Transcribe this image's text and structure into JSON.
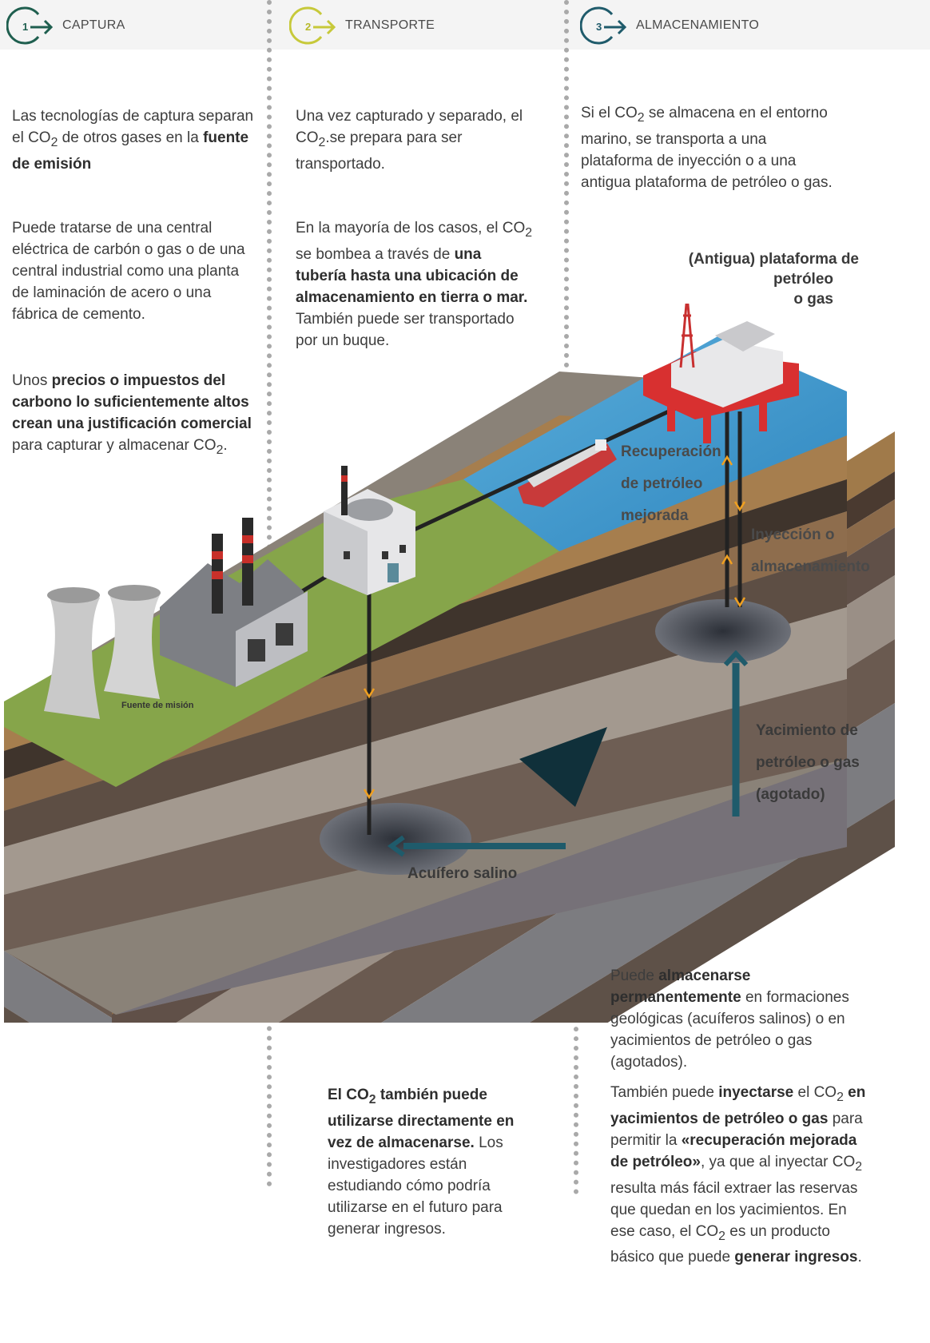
{
  "steps": [
    {
      "number": "1",
      "label": "CAPTURA",
      "color": "#1f5f4f"
    },
    {
      "number": "2",
      "label": "TRANSPORTE",
      "color": "#c7c93a"
    },
    {
      "number": "3",
      "label": "ALMACENAMIENTO",
      "color": "#1f5b6b"
    }
  ],
  "captura": {
    "p1_a": "Las tecnologías de captura separan el CO",
    "p1_sub": "2",
    "p1_b": " de otros gases en la ",
    "p1_bold": "fuente de emisión",
    "p2": "Puede tratarse de una central eléctrica de carbón o gas o de una central industrial como una planta de laminación de acero o una fábrica de cemento.",
    "p3_a": "Unos ",
    "p3_bold": "precios o impuestos del carbono lo suficientemente altos crean una justificación comercial",
    "p3_b": " para capturar y almacenar CO",
    "p3_sub": "2",
    "p3_c": "."
  },
  "transporte": {
    "p1_a": "Una vez capturado y separado, el CO",
    "p1_sub": "2",
    "p1_b": ".se prepara para ser transportado.",
    "p2_a": "En la mayoría de los casos, el CO",
    "p2_sub": "2",
    "p2_b": " se bombea a través de ",
    "p2_bold": "una tubería hasta una ubicación de almacenamiento en tierra o mar.",
    "p2_c": " También puede ser transportado por un buque."
  },
  "almacenamiento": {
    "p1_a": "Si el CO",
    "p1_sub": "2",
    "p1_b": " se almacena en el entorno marino, se transporta a una plataforma de inyección o a una antigua plataforma de petróleo o gas."
  },
  "labels": {
    "platform_1": "(Antigua) plataforma de",
    "platform_2": "petróleo",
    "platform_3": "o gas",
    "eor_1": "Recuperación",
    "eor_2": "de petróleo",
    "eor_3": "mejorada",
    "inj_1": "Inyección o",
    "inj_2": "almacenamiento",
    "source": "Fuente de misión",
    "yac_1": "Yacimiento de",
    "yac_2": "petróleo o gas",
    "yac_3": "(agotado)",
    "aquifer": "Acuífero salino"
  },
  "bottom_right": {
    "p1_a": "Puede ",
    "p1_bold": "almacenarse permanentemente",
    "p1_b": " en formaciones geológicas (acuíferos salinos) o en yacimientos de petróleo o gas (agotados).",
    "p2_a": "También puede ",
    "p2_bold1": "inyectarse",
    "p2_b": " el CO",
    "p2_sub1": "2",
    "p2_bold2": " en yacimientos de petróleo o gas",
    "p2_c": " para permitir la ",
    "p2_bold3": "«recuperación mejorada de petróleo»",
    "p2_d": ", ya que al inyectar CO",
    "p2_sub2": "2",
    "p2_e": " resulta más fácil extraer las reservas que quedan en los yacimientos. En ese caso, el CO",
    "p2_sub3": "2",
    "p2_f": " es un producto básico que puede ",
    "p2_bold4": "generar ingresos",
    "p2_g": "."
  },
  "bottom_middle": {
    "bold_a": "El CO",
    "sub": "2",
    "bold_b": " también puede utilizarse directamente en vez de almacenarse.",
    "rest": " Los investigadores están estudiando cómo podría utilizarse en el futuro para generar ingresos."
  }
}
